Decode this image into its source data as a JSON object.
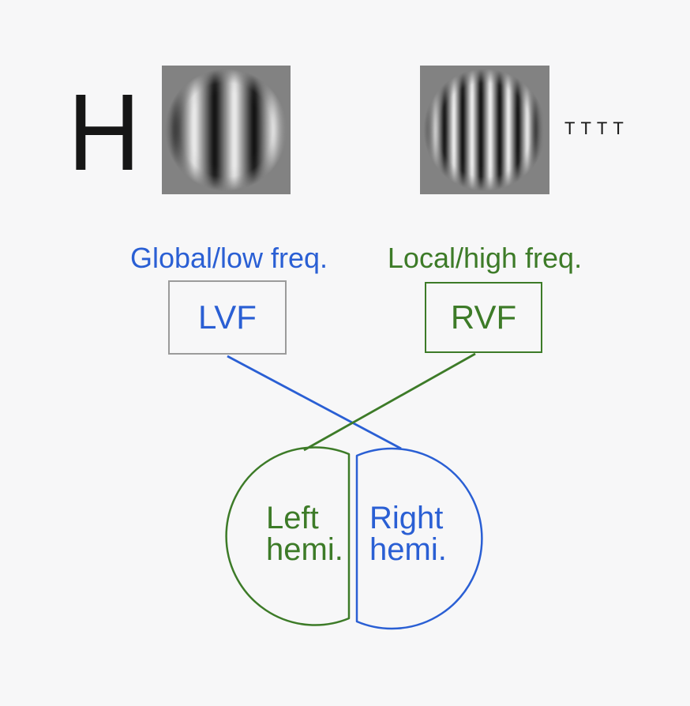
{
  "stimuli": {
    "global_letter": "H",
    "distractor_letters": "TTTT",
    "low_freq_patch": "low-spatial-frequency-grating-patch",
    "high_freq_patch": "high-spatial-frequency-grating-patch"
  },
  "pathways": {
    "global_label": "Global/low freq.",
    "local_label": "Local/high freq.",
    "lvf_label": "LVF",
    "rvf_label": "RVF"
  },
  "hemispheres": {
    "left_line1": "Left",
    "left_line2": "hemi.",
    "right_line1": "Right",
    "right_line2": "hemi."
  },
  "colors": {
    "blue": "#2a5fd4",
    "green": "#3d7b28",
    "box_gray": "#9b9b9b",
    "ink": "#161616",
    "background": "#f7f7f8",
    "patch_gray": "#828282"
  }
}
